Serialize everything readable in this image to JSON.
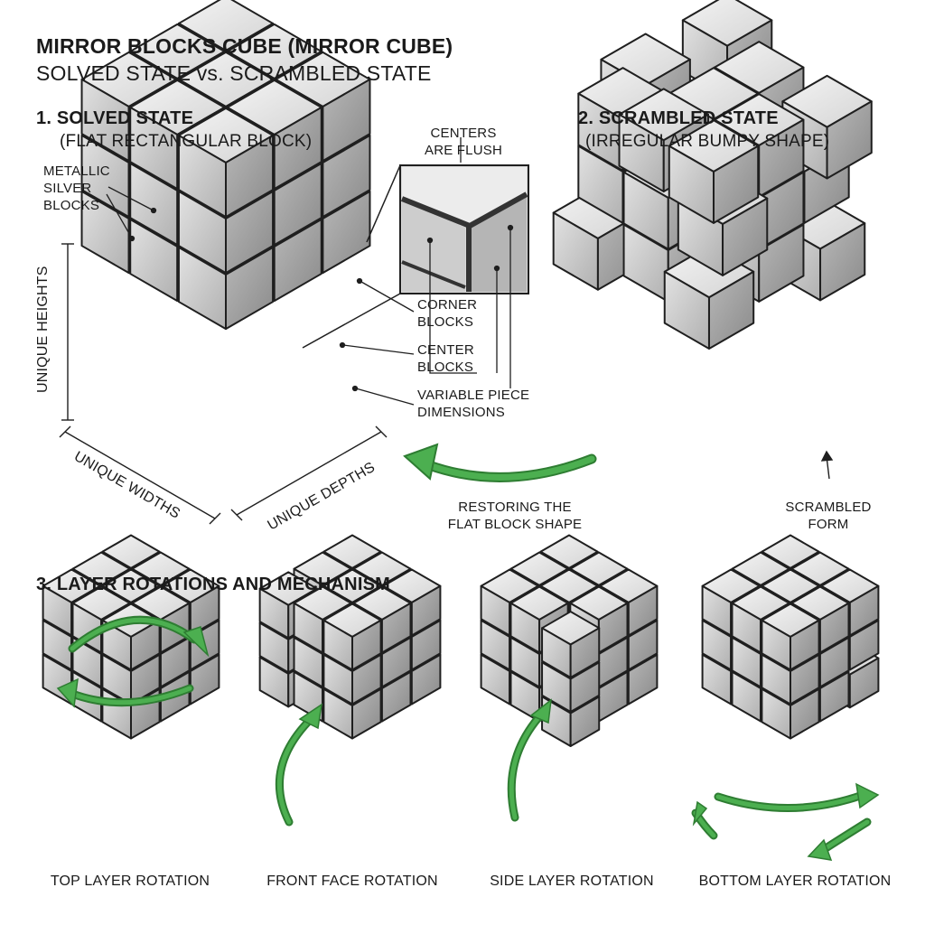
{
  "header": {
    "title": "MIRROR BLOCKS CUBE (MIRROR CUBE)",
    "subtitle": "SOLVED STATE vs. SCRAMBLED STATE"
  },
  "solved": {
    "heading": "1. SOLVED STATE",
    "subheading": "(FLAT RECTANGULAR BLOCK)",
    "labels": {
      "metallic": "METALLIC\nSILVER\nBLOCKS",
      "heights": "UNIQUE HEIGHTS",
      "widths": "UNIQUE WIDTHS",
      "depths": "UNIQUE DEPTHS",
      "centers_flush": "CENTERS\nARE FLUSH",
      "corner": "CORNER\nBLOCKS",
      "center": "CENTER\nBLOCKS",
      "variable": "VARIABLE PIECE\nDIMENSIONS"
    }
  },
  "scrambled": {
    "heading": "2. SCRAMBLED STATE",
    "subheading": "(IRREGULAR BUMPY SHAPE)",
    "restore_label": "RESTORING THE\nFLAT BLOCK SHAPE",
    "form_label": "SCRAMBLED\nFORM"
  },
  "rotations": {
    "heading": "3. LAYER ROTATIONS AND MECHANISM",
    "captions": [
      "TOP LAYER ROTATION",
      "FRONT FACE ROTATION",
      "SIDE LAYER ROTATION",
      "BOTTOM LAYER ROTATION"
    ]
  },
  "colors": {
    "arrow": "#4caf50",
    "arrow_stroke": "#2e7d32",
    "outline": "#1f1f1f",
    "top_face": "#e6e6e6",
    "left_face": "#c9c9c9",
    "right_face": "#a7a7a7"
  }
}
